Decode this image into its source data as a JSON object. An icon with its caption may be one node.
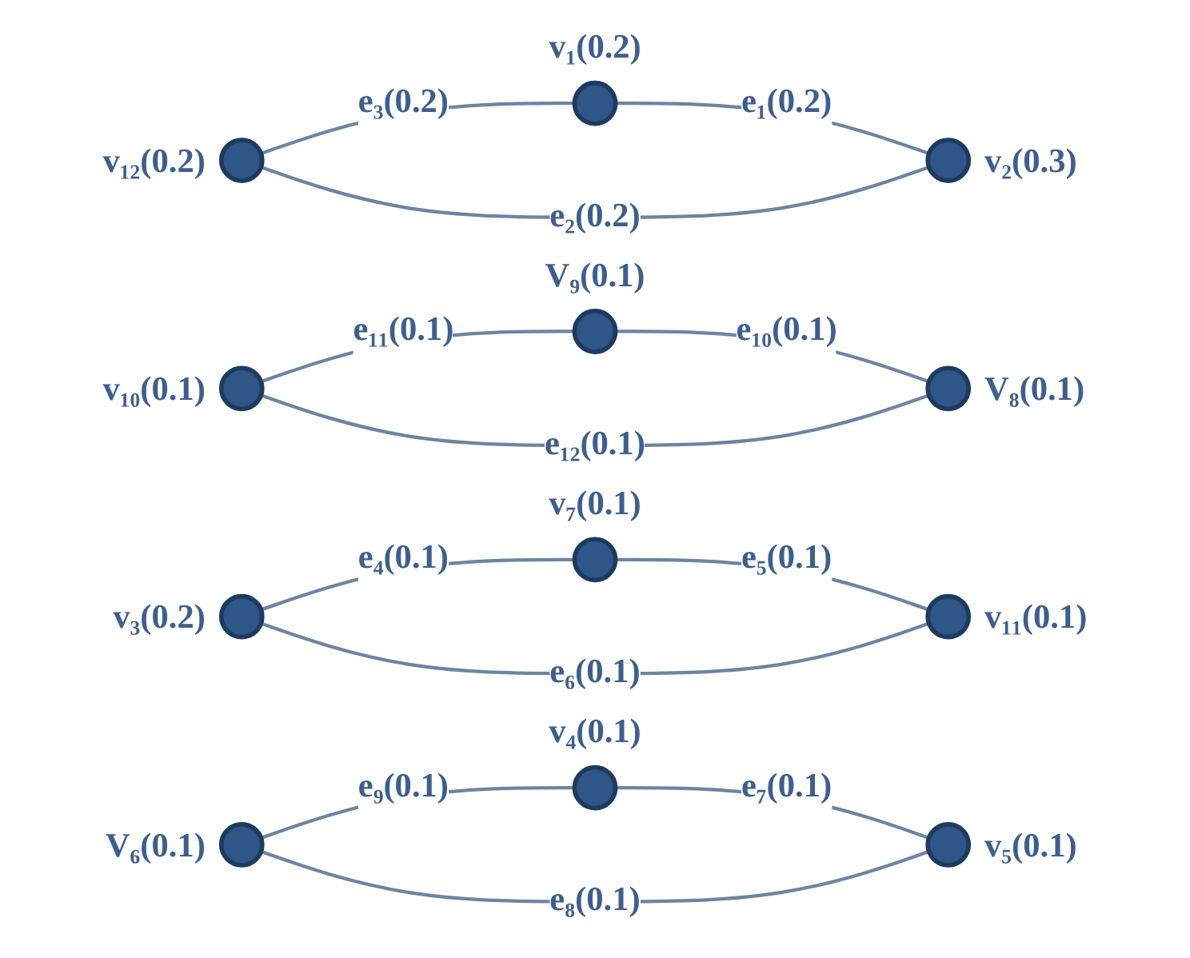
{
  "diagram": {
    "nodes": [
      {
        "text": [],
        "shape": "circle",
        "beside": [
          "v₁(0.2)"
        ]
      },
      {
        "text": [],
        "shape": "circle",
        "beside": [
          "v₁₂(0.2)"
        ]
      },
      {
        "text": [],
        "shape": "circle",
        "beside": [
          "v₂(0.3)"
        ]
      },
      {
        "text": [],
        "shape": "circle",
        "beside": [
          "v₁₀(0.1)"
        ]
      },
      {
        "text": [],
        "shape": "circle",
        "beside": [
          "v₃(0.2)"
        ]
      },
      {
        "text": [],
        "shape": "circle",
        "beside": [
          "V₉(0.1)"
        ]
      },
      {
        "text": [],
        "shape": "circle",
        "beside": [
          "v₇(0.1)"
        ]
      },
      {
        "text": [],
        "shape": "circle",
        "beside": [
          "v₁₁(0.1)"
        ]
      },
      {
        "text": [],
        "shape": "circle",
        "beside": [
          "V₈(0.1)"
        ]
      },
      {
        "text": [],
        "shape": "circle",
        "beside": [
          "v₄(0.1)"
        ]
      },
      {
        "text": [],
        "shape": "circle",
        "beside": [
          "V₆(0.1)"
        ]
      },
      {
        "text": [],
        "shape": "circle",
        "beside": [
          "v₅(0.1)"
        ]
      }
    ],
    "edges": [
      {
        "from": 0,
        "to": 2,
        "arrow": "none",
        "label": "e₁(0.2)"
      },
      {
        "from": 1,
        "to": 2,
        "arrow": "none",
        "label": "e₂(0.2)"
      },
      {
        "from": 1,
        "to": 0,
        "arrow": "none",
        "label": "e₃(0.2)"
      },
      {
        "from": 4,
        "to": 6,
        "arrow": "none",
        "label": "e₄(0.1)"
      },
      {
        "from": 6,
        "to": 7,
        "arrow": "none",
        "label": "e₅(0.1)"
      },
      {
        "from": 4,
        "to": 7,
        "arrow": "none",
        "label": "e₆(0.1)"
      },
      {
        "from": 9,
        "to": 11,
        "arrow": "none",
        "label": "e₇(0.1)"
      },
      {
        "from": 10,
        "to": 11,
        "arrow": "none",
        "label": "e₈(0.1)"
      },
      {
        "from": 10,
        "to": 9,
        "arrow": "none",
        "label": "e₉(0.1)"
      },
      {
        "from": 5,
        "to": 8,
        "arrow": "none",
        "label": "e₁₀(0.1)"
      },
      {
        "from": 3,
        "to": 5,
        "arrow": "none",
        "label": "e₁₁(0.1)"
      },
      {
        "from": 3,
        "to": 8,
        "arrow": "none",
        "label": "e₁₂(0.1)"
      }
    ]
  }
}
